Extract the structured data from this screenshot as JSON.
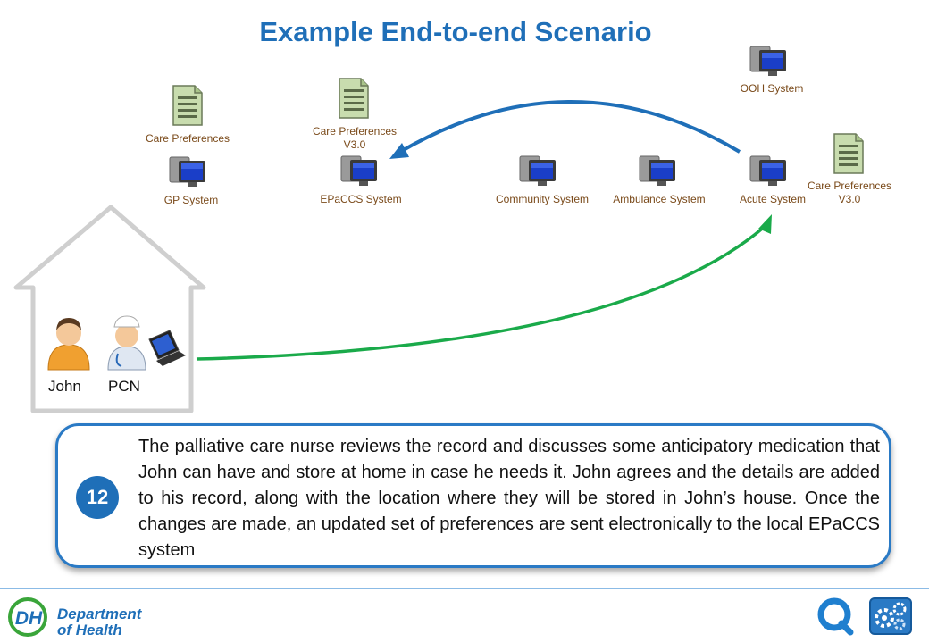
{
  "title": "Example End-to-end Scenario",
  "systems": {
    "gp": "GP System",
    "epaccs": "EPaCCS System",
    "community": "Community System",
    "ambulance": "Ambulance System",
    "acute": "Acute System",
    "ooh": "OOH System"
  },
  "documents": {
    "gp_doc": "Care Preferences",
    "epaccs_doc": "Care Preferences\nV3.0",
    "acute_doc": "Care Preferences\nV3.0"
  },
  "people": {
    "john": "John",
    "pcn": "PCN"
  },
  "step": {
    "number": "12",
    "text": "The palliative care nurse reviews the record and discusses some anticipatory medication that John can have and store at home in case he needs it. John agrees and the details are added to his record, along with the location where they will be stored in John’s house. Once the changes are made, an updated set of preferences are sent electronically to the local EPaCCS system"
  },
  "footer": {
    "logo_text": "DH",
    "dept_line1": "Department",
    "dept_line2": "of Health"
  },
  "colors": {
    "title": "#1f6fb8",
    "green_arrow": "#1aaa4a",
    "blue_arrow": "#1f6fb8",
    "label": "#7a4a1a",
    "doc_fill": "#c8dcae"
  },
  "icons": [
    "computer-icon",
    "document-icon",
    "person-icon",
    "nurse-icon",
    "laptop-icon",
    "house-icon",
    "search-icon",
    "settings-icon"
  ]
}
